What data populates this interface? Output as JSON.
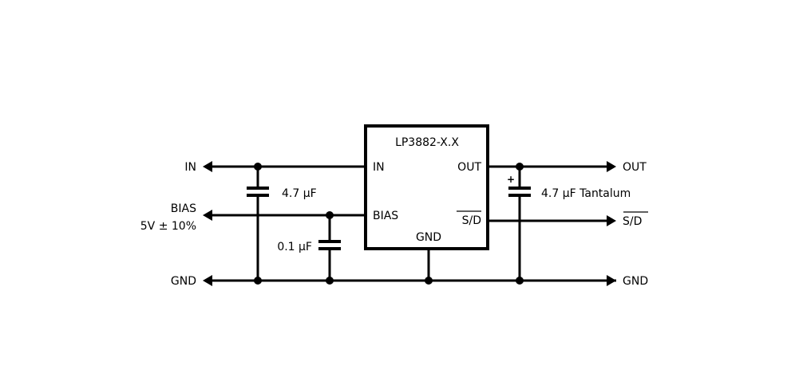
{
  "chip": {
    "name": "LP3882-X.X",
    "pin_in": "IN",
    "pin_bias": "BIAS",
    "pin_gnd": "GND",
    "pin_out": "OUT",
    "pin_sd": "S/D"
  },
  "left": {
    "in": "IN",
    "bias": "BIAS",
    "bias_spec": "5V ± 10%",
    "gnd": "GND"
  },
  "right": {
    "out": "OUT",
    "sd": "S/D",
    "gnd": "GND"
  },
  "components": {
    "c_in": "4.7 µF",
    "c_bias": "0.1 µF",
    "c_out": "4.7 µF Tantalum",
    "c_out_polarity": "+"
  }
}
